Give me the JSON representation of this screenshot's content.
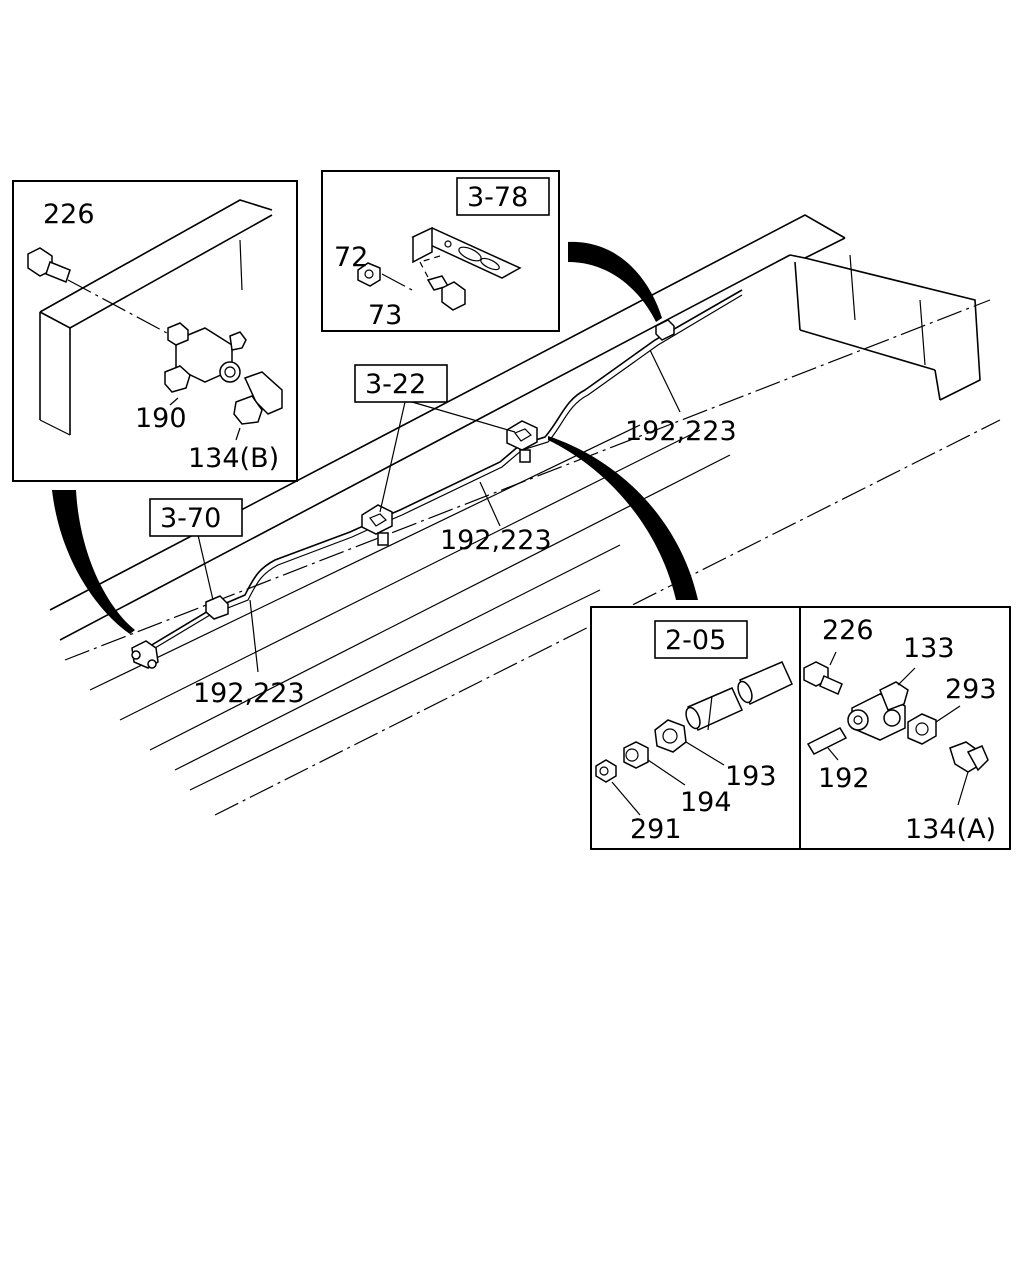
{
  "labels": {
    "detail_tl": {
      "bolt": "226",
      "cross_fitting": "190",
      "elbow": "134(B)"
    },
    "detail_tc": {
      "ref": "3-78",
      "nut": "72",
      "bolt": "73"
    },
    "main": {
      "ref_clamp": "3-22",
      "ref_tee": "3-70",
      "pipe_upper": "192,223",
      "pipe_middle": "192,223",
      "pipe_lower": "192,223"
    },
    "detail_br_left": {
      "ref": "2-05",
      "nut": "193",
      "sleeve": "194",
      "plug": "291"
    },
    "detail_br_right": {
      "bolt": "226",
      "tee": "133",
      "nut": "293",
      "pipe": "192",
      "elbow": "134(A)"
    }
  },
  "colors": {
    "line": "#000000",
    "background": "#ffffff"
  }
}
